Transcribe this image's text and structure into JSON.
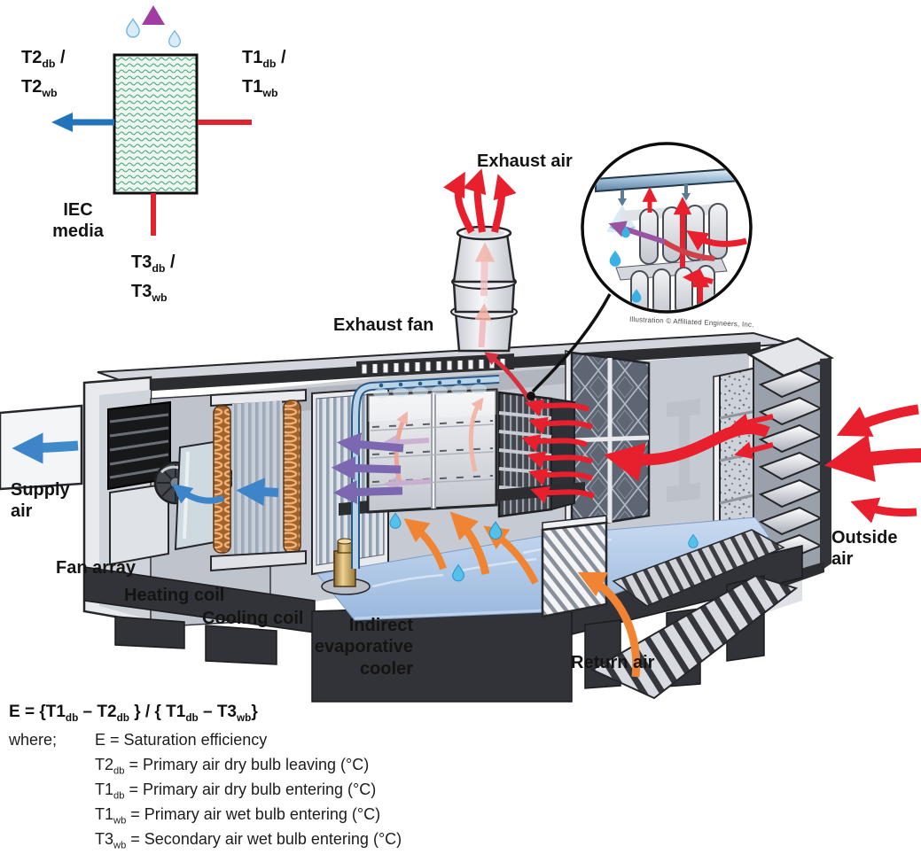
{
  "colors": {
    "arrow_red": "#e8202e",
    "arrow_orange": "#f08432",
    "arrow_purple": "#7b68b0",
    "arrow_blue": "#3d85c8",
    "schematic_magenta": "#a03ca2",
    "water_blue": "#aac4e4",
    "copper": "#a3622c",
    "media_green": "#47a87c"
  },
  "schematic": {
    "t2": {
      "base1": "T2",
      "sub1": "db",
      "sep": " /",
      "base2": "T2",
      "sub2": "wb"
    },
    "t1": {
      "base1": "T1",
      "sub1": "db",
      "sep": " /",
      "base2": "T1",
      "sub2": "wb"
    },
    "t3": {
      "base1": "T3",
      "sub1": "db",
      "sep": " /",
      "base2": "T3",
      "sub2": "wb"
    },
    "media_label": "IEC media"
  },
  "diagram": {
    "exhaust_air": "Exhaust air",
    "exhaust_fan": "Exhaust fan",
    "supply_air": "Supply air",
    "fan_array": "Fan array",
    "heating_coil": "Heating coil",
    "cooling_coil": "Cooling coil",
    "iec": "Indirect evaporative cooler",
    "return_air": "Return air",
    "outside_air": "Outside air",
    "credit": "Illustration © Affiliated Engineers, Inc."
  },
  "formula": {
    "p0": "E = {T1",
    "s0": "db",
    "p1": " – T2",
    "s1": "db",
    "p2": " } / { T1",
    "s2": "db",
    "p3": " – T3",
    "s3": "wb",
    "p4": "}"
  },
  "definitions": {
    "where_label": "where;",
    "defs": [
      {
        "base": "E",
        "sub": "",
        "rest": " = Saturation efficiency"
      },
      {
        "base": "T2",
        "sub": "db",
        "rest": " = Primary air dry bulb leaving (°C)"
      },
      {
        "base": "T1",
        "sub": "db",
        "rest": " = Primary air dry bulb entering (°C)"
      },
      {
        "base": "T1",
        "sub": "wb",
        "rest": " = Primary air wet bulb entering (°C)"
      },
      {
        "base": "T3",
        "sub": "wb",
        "rest": " = Secondary air wet bulb entering (°C)"
      }
    ]
  }
}
